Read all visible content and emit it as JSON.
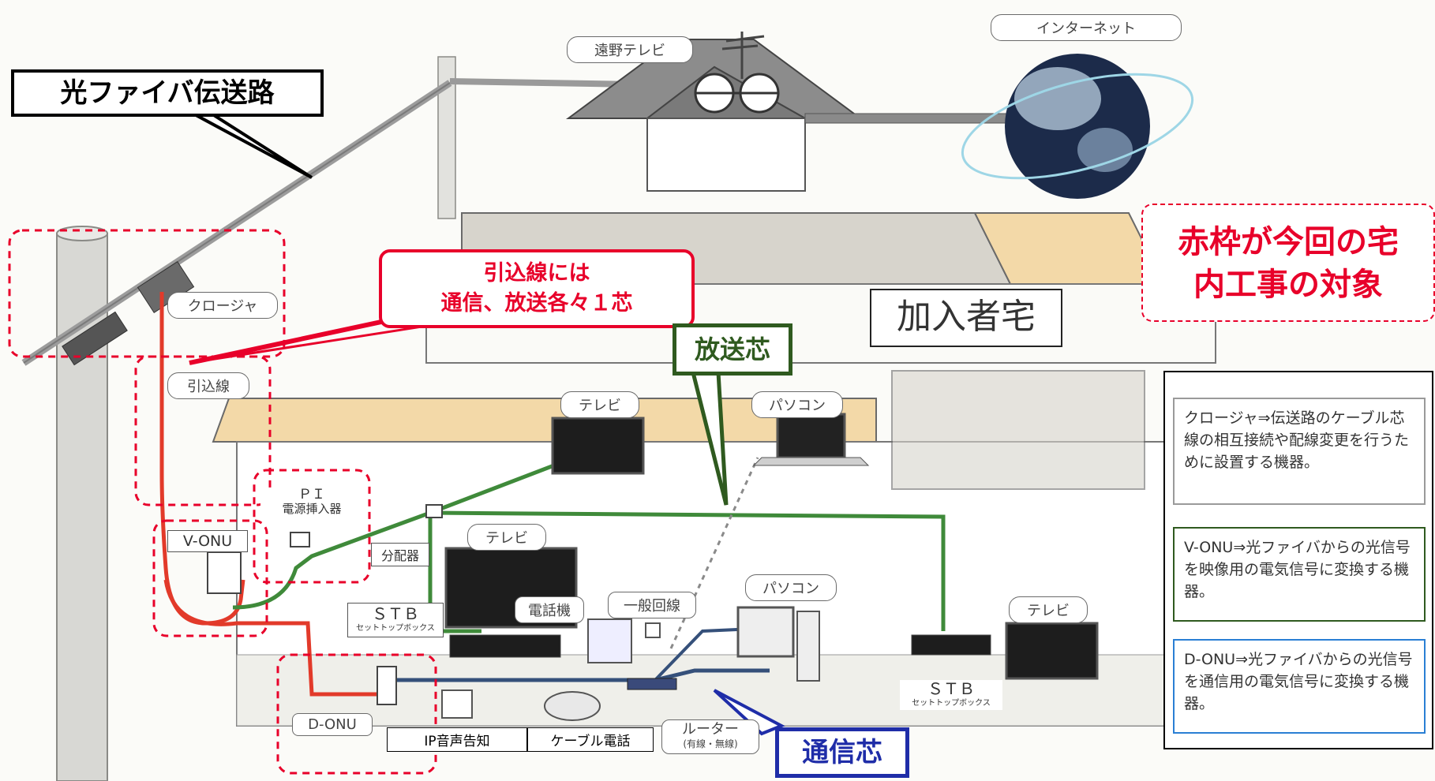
{
  "labels": {
    "fiber_route": "光ファイバ伝送路",
    "tono_tv": "遠野テレビ",
    "internet": "インターネット",
    "closure": "クロージャ",
    "drop_wire_tag": "引込線",
    "drop_wire_callout": [
      "引込線には",
      "通信、放送各々１芯"
    ],
    "broadcast_core": "放送芯",
    "subscriber_home": "加入者宅",
    "red_frame_note": [
      "赤枠が今回の宅",
      "内工事の対象"
    ],
    "pi_injector": [
      "ＰＩ",
      "電源挿入器"
    ],
    "v_onu": "V-ONU",
    "splitter": "分配器",
    "tv_1": "テレビ",
    "tv_2": "テレビ",
    "tv_3": "テレビ",
    "pc_1": "パソコン",
    "pc_2": "パソコン",
    "stb_1": [
      "ＳＴＢ",
      "セットトップボックス"
    ],
    "stb_2": [
      "ＳＴＢ",
      "セットトップボックス"
    ],
    "telephone": "電話機",
    "general_line": "一般回線",
    "d_onu": "D-ONU",
    "ip_voice": "IP音声告知",
    "cable_phone": "ケーブル電話",
    "router": [
      "ルーター",
      "(有線・無線)"
    ],
    "comm_core": "通信芯"
  },
  "legend": {
    "closure_desc": "クロージャ⇒伝送路のケーブル芯線の相互接続や配線変更を行うために設置する機器。",
    "vonu_desc": "V-ONU⇒光ファイバからの光信号を映像用の電気信号に変換する機器。",
    "donu_desc": "D-ONU⇒光ファイバからの光信号を通信用の電気信号に変換する機器。"
  },
  "colors": {
    "red_frame": "#e8002a",
    "broadcast_green": "#2f5a1f",
    "comm_blue": "#1f2da8",
    "fiber_red": "#e23a2a",
    "coax_green": "#3f8a3a"
  }
}
